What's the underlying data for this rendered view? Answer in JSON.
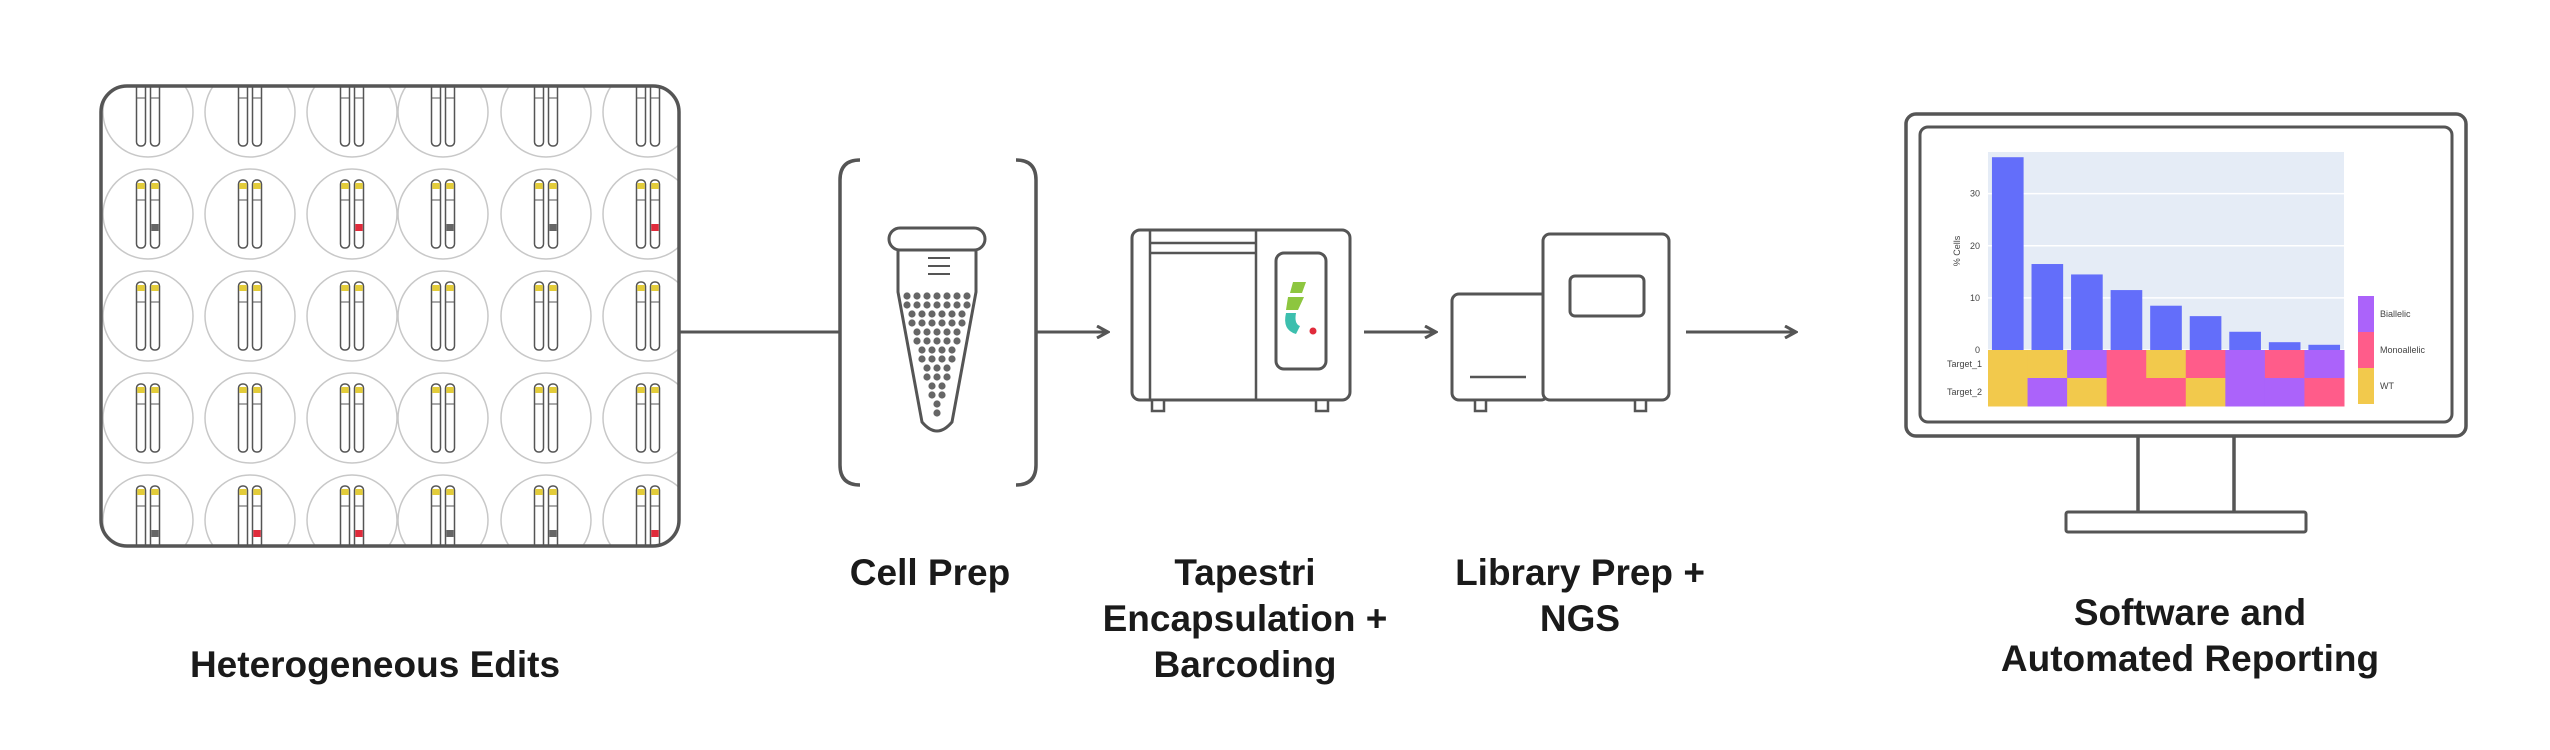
{
  "steps": {
    "edits": "Heterogeneous Edits",
    "cell_prep": "Cell Prep",
    "tapestri": "Tapestri\nEncapsulation +\nBarcoding",
    "library": "Library Prep +\nNGS",
    "software": "Software and\nAutomated Reporting"
  },
  "colors": {
    "stroke": "#555555",
    "chromosome_yellow": "#e3cc39",
    "edit_red": "#e02b3b",
    "edit_gray": "#666666",
    "bar": "#636efa",
    "plot_bg": "#e5ecf6",
    "biallelic": "#ab63fa",
    "monoallelic": "#ff5c8a",
    "wt": "#f2c94c",
    "logo_green": "#8dc63f",
    "logo_teal": "#3cbfae",
    "logo_red": "#e02b3b"
  },
  "chart_data": {
    "type": "bar",
    "ylabel": "% Cells",
    "yticks": [
      0,
      10,
      20,
      30
    ],
    "ylim": [
      0,
      38
    ],
    "values": [
      37,
      16.5,
      14.5,
      11.5,
      8.5,
      6.5,
      3.5,
      1.5,
      1
    ],
    "heatmap_rows": [
      "Target_1",
      "Target_2"
    ],
    "heatmap": [
      [
        "wt",
        "wt",
        "biallelic",
        "monoallelic",
        "wt",
        "monoallelic",
        "biallelic",
        "monoallelic",
        "biallelic"
      ],
      [
        "wt",
        "biallelic",
        "wt",
        "monoallelic",
        "monoallelic",
        "wt",
        "biallelic",
        "biallelic",
        "monoallelic"
      ]
    ],
    "legend": [
      "Biallelic",
      "Monoallelic",
      "WT"
    ]
  },
  "grid_rows": [
    [
      "none",
      "none",
      "none",
      "none",
      "none",
      "none"
    ],
    [
      "gray",
      "none",
      "red",
      "gray",
      "gray",
      "red"
    ],
    [
      "none",
      "none",
      "none",
      "none",
      "none",
      "none"
    ],
    [
      "none",
      "none",
      "none",
      "none",
      "none",
      "none"
    ],
    [
      "gray",
      "red",
      "red",
      "gray",
      "gray",
      "red"
    ]
  ]
}
